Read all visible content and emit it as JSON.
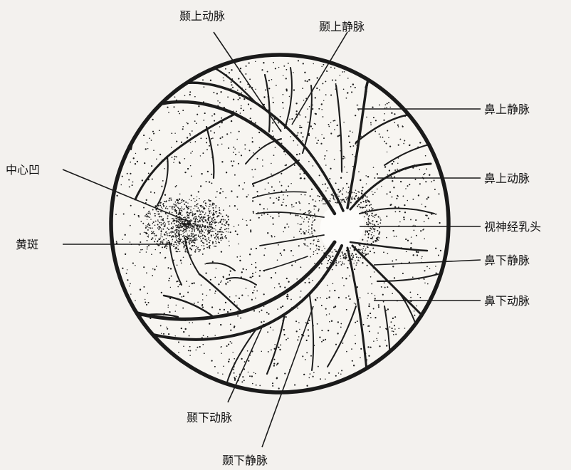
{
  "labels": {
    "temporal_superior_artery": "颞上动脉",
    "temporal_superior_vein": "颞上静脉",
    "nasal_superior_vein": "鼻上静脉",
    "nasal_superior_artery": "鼻上动脉",
    "optic_disc": "视神经乳头",
    "nasal_inferior_vein": "鼻下静脉",
    "nasal_inferior_artery": "鼻下动脉",
    "temporal_inferior_artery": "颞下动脉",
    "temporal_inferior_vein": "颞下静脉",
    "fovea": "中心凹",
    "macula": "黄斑"
  },
  "colors": {
    "background": "#f3f1ee",
    "retina": "#f7f5f1",
    "ink": "#1a1a1a"
  }
}
